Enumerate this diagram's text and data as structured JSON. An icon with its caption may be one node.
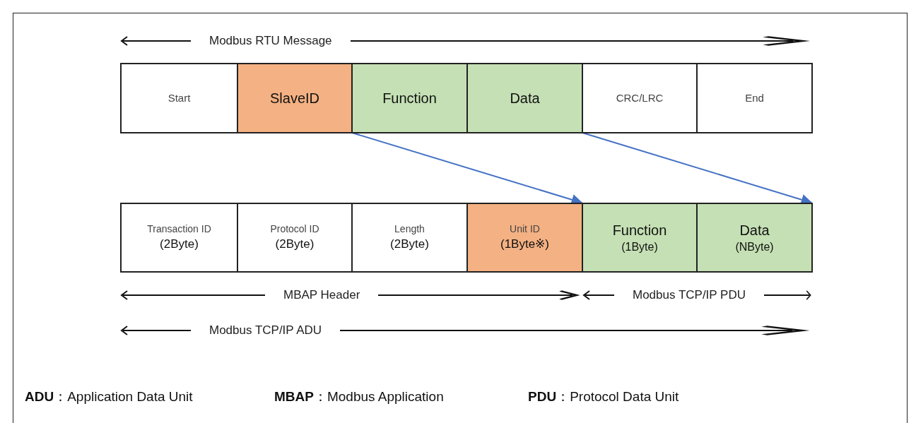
{
  "diagram": {
    "nodes": [
      {
        "text": [
          "Start"
        ]
      },
      {
        "text": [
          "SlaveID"
        ]
      },
      {
        "text": [
          "Function"
        ]
      },
      {
        "text": [
          "Data"
        ]
      },
      {
        "text": [
          "CRC/LRC"
        ]
      },
      {
        "text": [
          "End"
        ]
      },
      {
        "text": [
          "Transaction ID",
          "(2Byte)"
        ]
      },
      {
        "text": [
          "Protocol ID",
          "(2Byte)"
        ]
      },
      {
        "text": [
          "Length",
          "(2Byte)"
        ]
      },
      {
        "text": [
          "Unit ID",
          "(1Byte※)"
        ]
      },
      {
        "text": [
          "Function",
          "(1Byte)"
        ]
      },
      {
        "text": [
          "Data",
          "(NByte)"
        ]
      }
    ],
    "edges": [
      {
        "from": 1,
        "to": 9,
        "arrow": "to"
      },
      {
        "from": 3,
        "to": 11,
        "arrow": "to"
      }
    ],
    "labels": [
      "Modbus RTU Message",
      "MBAP Header",
      "Modbus TCP/IP PDU",
      "Modbus TCP/IP ADU",
      "**ADU**：Application Data Unit",
      "**MBAP**：Modbus Application",
      "**PDU**：Protocol Data Unit"
    ]
  }
}
